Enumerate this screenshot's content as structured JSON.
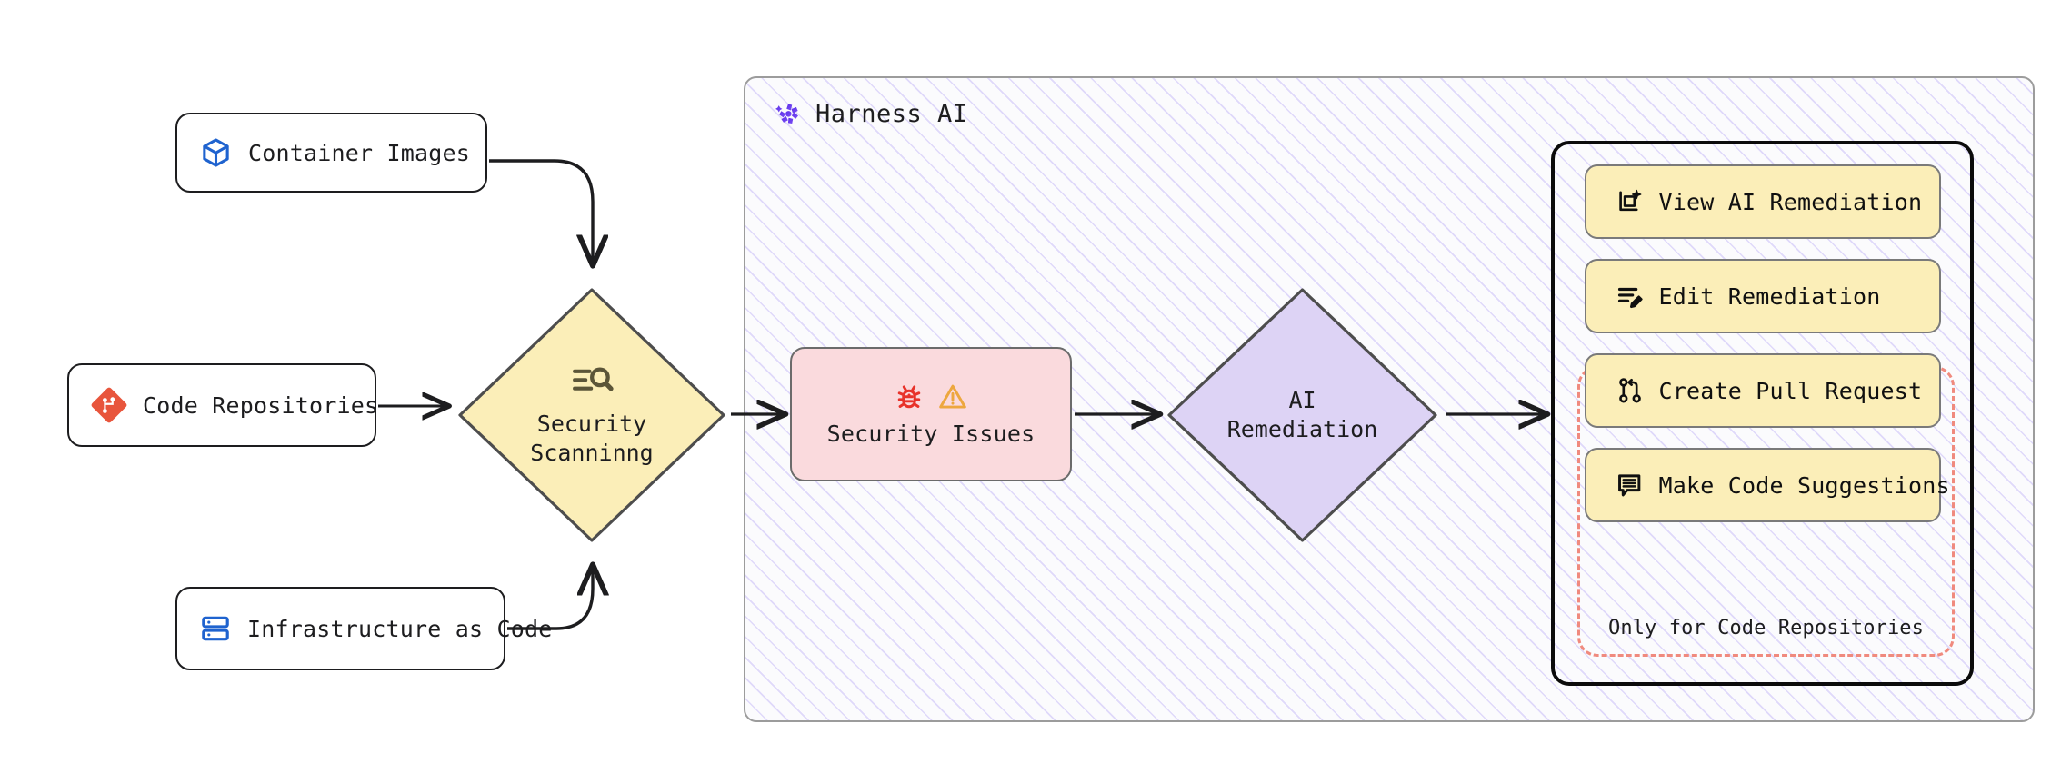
{
  "diagram": {
    "title": "Harness AI Security Scanning and Remediation Flow",
    "colors": {
      "node_border": "#1d1d1f",
      "scanning_fill": "#fbeeb8",
      "issues_fill": "#fadadd",
      "remediation_fill": "#ddd3f5",
      "action_fill": "#fbeeb8",
      "dashed_border": "#f08a7e",
      "hatch_line": "#7c5ff0",
      "bug_icon": "#e8322a",
      "warning_icon": "#eda73e",
      "git_icon": "#e8553c",
      "container_icon": "#1f63cf",
      "server_icon": "#1f63cf",
      "harness_logo": "#5c30e8"
    }
  },
  "sources": [
    {
      "id": "container-images",
      "label": "Container Images",
      "icon": "container-cube-icon"
    },
    {
      "id": "code-repositories",
      "label": "Code Repositories",
      "icon": "git-icon"
    },
    {
      "id": "infrastructure-as-code",
      "label": "Infrastructure as Code",
      "icon": "server-stack-icon"
    }
  ],
  "scanning": {
    "label": "Security\nScanninng",
    "icon": "scan-search-icon",
    "shape": "diamond"
  },
  "harness": {
    "title": "Harness AI",
    "logo_icon": "harness-logo-icon"
  },
  "issues": {
    "label": "Security Issues",
    "icons": [
      "bug-icon",
      "warning-triangle-icon"
    ]
  },
  "remediation": {
    "label": "AI\nRemediation",
    "shape": "diamond"
  },
  "actions": {
    "items": [
      {
        "id": "view-ai-remediation",
        "label": "View AI Remediation",
        "icon": "ai-document-sparkle-icon"
      },
      {
        "id": "edit-remediation",
        "label": "Edit Remediation",
        "icon": "list-pencil-icon"
      },
      {
        "id": "create-pull-request",
        "label": "Create Pull Request",
        "icon": "pull-request-icon"
      },
      {
        "id": "make-code-suggestions",
        "label": "Make Code Suggestions",
        "icon": "comment-lines-icon"
      }
    ],
    "group_caption": "Only for Code Repositories"
  }
}
